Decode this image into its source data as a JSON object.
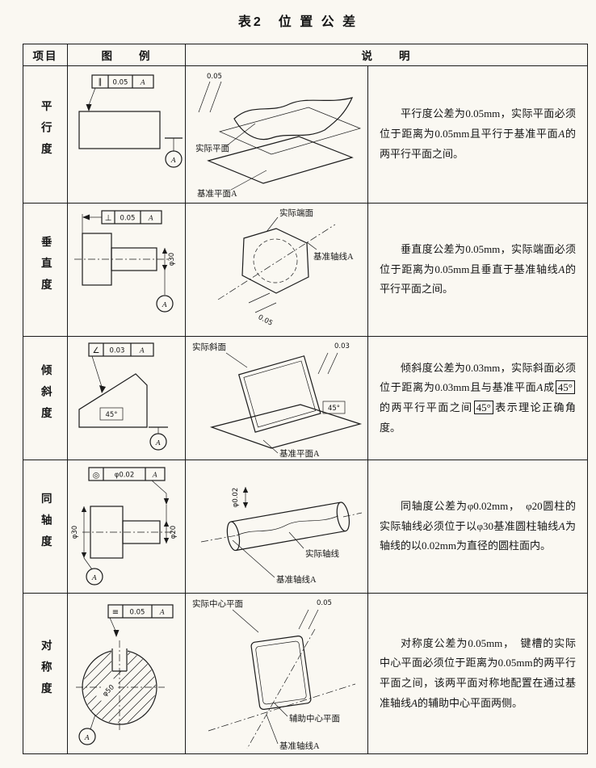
{
  "page": {
    "title": "表2　位 置 公 差"
  },
  "table": {
    "headers": {
      "item": "项目",
      "legend": "图　　例",
      "explanation": "说　　明"
    },
    "rows": [
      {
        "id": "parallelism",
        "item": "平行度",
        "frame": {
          "symbol": "∥",
          "value": "0.05",
          "datum": "A"
        },
        "left": {
          "datum": "A"
        },
        "mid": {
          "tol": "0.05",
          "actual": "实际平面",
          "datum": "基准平面A"
        },
        "explanation": [
          {
            "t": "平行度公差为0.05mm，实际平面必须位于距离为0.05mm且平行于基准平面"
          },
          {
            "t": "A",
            "i": true
          },
          {
            "t": "的两平行平面之间。"
          }
        ]
      },
      {
        "id": "perpendicularity",
        "item": "垂直度",
        "frame": {
          "symbol": "⊥",
          "value": "0.05",
          "datum": "A"
        },
        "left": {
          "dim": "φ30",
          "datum": "A"
        },
        "mid": {
          "actual": "实际端面",
          "datum": "基准轴线A",
          "tol": "0.05"
        },
        "explanation": [
          {
            "t": "垂直度公差为0.05mm，实际端面必须位于距离为0.05mm且垂直于基准轴线"
          },
          {
            "t": "A",
            "i": true
          },
          {
            "t": "的平行平面之间。"
          }
        ]
      },
      {
        "id": "angularity",
        "item": "倾斜度",
        "frame": {
          "symbol": "∠",
          "value": "0.03",
          "datum": "A"
        },
        "left": {
          "angle": "45°",
          "datum": "A"
        },
        "mid": {
          "actual": "实际斜面",
          "tol": "0.03",
          "angle": "45°",
          "datum": "基准平面A"
        },
        "explanation": [
          {
            "t": "倾斜度公差为0.03mm，实际斜面必须位于距离为0.03mm且与基准平面"
          },
          {
            "t": "A",
            "i": true
          },
          {
            "t": "成"
          },
          {
            "t": "45°",
            "box": true
          },
          {
            "t": "的两平行平面之间"
          },
          {
            "t": "45°",
            "box": true
          },
          {
            "t": "表示理论正确角度。"
          }
        ]
      },
      {
        "id": "coaxiality",
        "item": "同轴度",
        "frame": {
          "symbol": "◎",
          "value": "φ0.02",
          "datum": "A"
        },
        "left": {
          "dim_large": "φ30",
          "dim_small": "φ20",
          "datum": "A"
        },
        "mid": {
          "tol": "φ0.02",
          "actual": "实际轴线",
          "datum": "基准轴线A"
        },
        "explanation": [
          {
            "t": "同轴度公差为φ0.02mm，　φ20圆柱的实际轴线必须位于以φ30基准圆柱轴线"
          },
          {
            "t": "A",
            "i": true
          },
          {
            "t": "为轴线的以0.02mm为直径的圆柱面内。"
          }
        ]
      },
      {
        "id": "symmetry",
        "item": "对称度",
        "frame": {
          "symbol": "≡",
          "value": "0.05",
          "datum": "A"
        },
        "left": {
          "dim": "φ50",
          "datum": "A"
        },
        "mid": {
          "actual": "实际中心平面",
          "tol": "0.05",
          "aux": "辅助中心平面",
          "datum": "基准轴线A"
        },
        "explanation": [
          {
            "t": "对称度公差为0.05mm，　键槽的实际中心平面必须位于距离为0.05mm的两平行平面之间，该两平面对称地配置在通过基准轴线"
          },
          {
            "t": "A",
            "i": true
          },
          {
            "t": "的辅助中心平面两侧。"
          }
        ]
      }
    ]
  }
}
